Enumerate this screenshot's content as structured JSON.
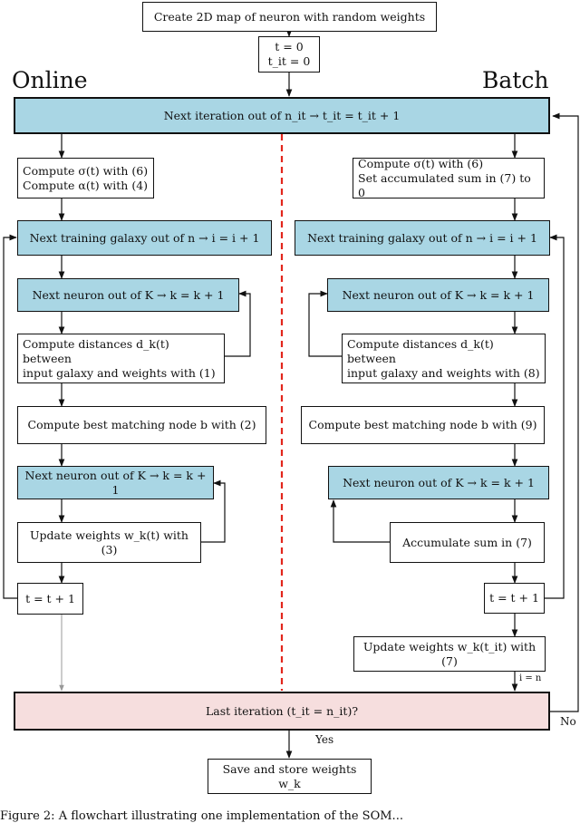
{
  "diagram": {
    "start": "Create 2D map of neuron with random weights",
    "init_lines": [
      "t = 0",
      "t_it = 0"
    ],
    "heading_online": "Online",
    "heading_batch": "Batch",
    "next_iteration": "Next iteration out of n_it → t_it = t_it + 1",
    "online": {
      "compute_lines": [
        "Compute σ(t) with (6)",
        "Compute α(t) with (4)"
      ],
      "next_galaxy": "Next training galaxy out of n → i = i + 1",
      "next_neuron_1": "Next neuron out of K → k = k + 1",
      "distances_lines": [
        "Compute distances d_k(t) between",
        "input galaxy and weights with (1)"
      ],
      "best_node": "Compute best matching node b with (2)",
      "next_neuron_2": "Next neuron out of K → k = k + 1",
      "update": "Update weights w_k(t) with (3)",
      "t_inc": "t = t + 1"
    },
    "batch": {
      "compute_lines": [
        "Compute σ(t) with (6)",
        "Set accumulated sum in (7) to 0"
      ],
      "next_galaxy": "Next training galaxy out of n → i = i + 1",
      "next_neuron_1": "Next neuron out of K → k = k + 1",
      "distances_lines": [
        "Compute distances d_k(t) between",
        "input galaxy and weights with (8)"
      ],
      "best_node": "Compute best matching node b with (9)",
      "next_neuron_2": "Next neuron out of K → k = k + 1",
      "accumulate": "Accumulate sum in (7)",
      "t_inc": "t = t + 1",
      "update": "Update weights w_k(t_it) with (7)"
    },
    "cond_label": "i = n",
    "last_iteration": "Last iteration (t_it = n_it)?",
    "no_label": "No",
    "yes_label": "Yes",
    "save": "Save and store weights w_k"
  },
  "caption": "Figure 2: A flowchart illustrating one implementation of the SOM..."
}
